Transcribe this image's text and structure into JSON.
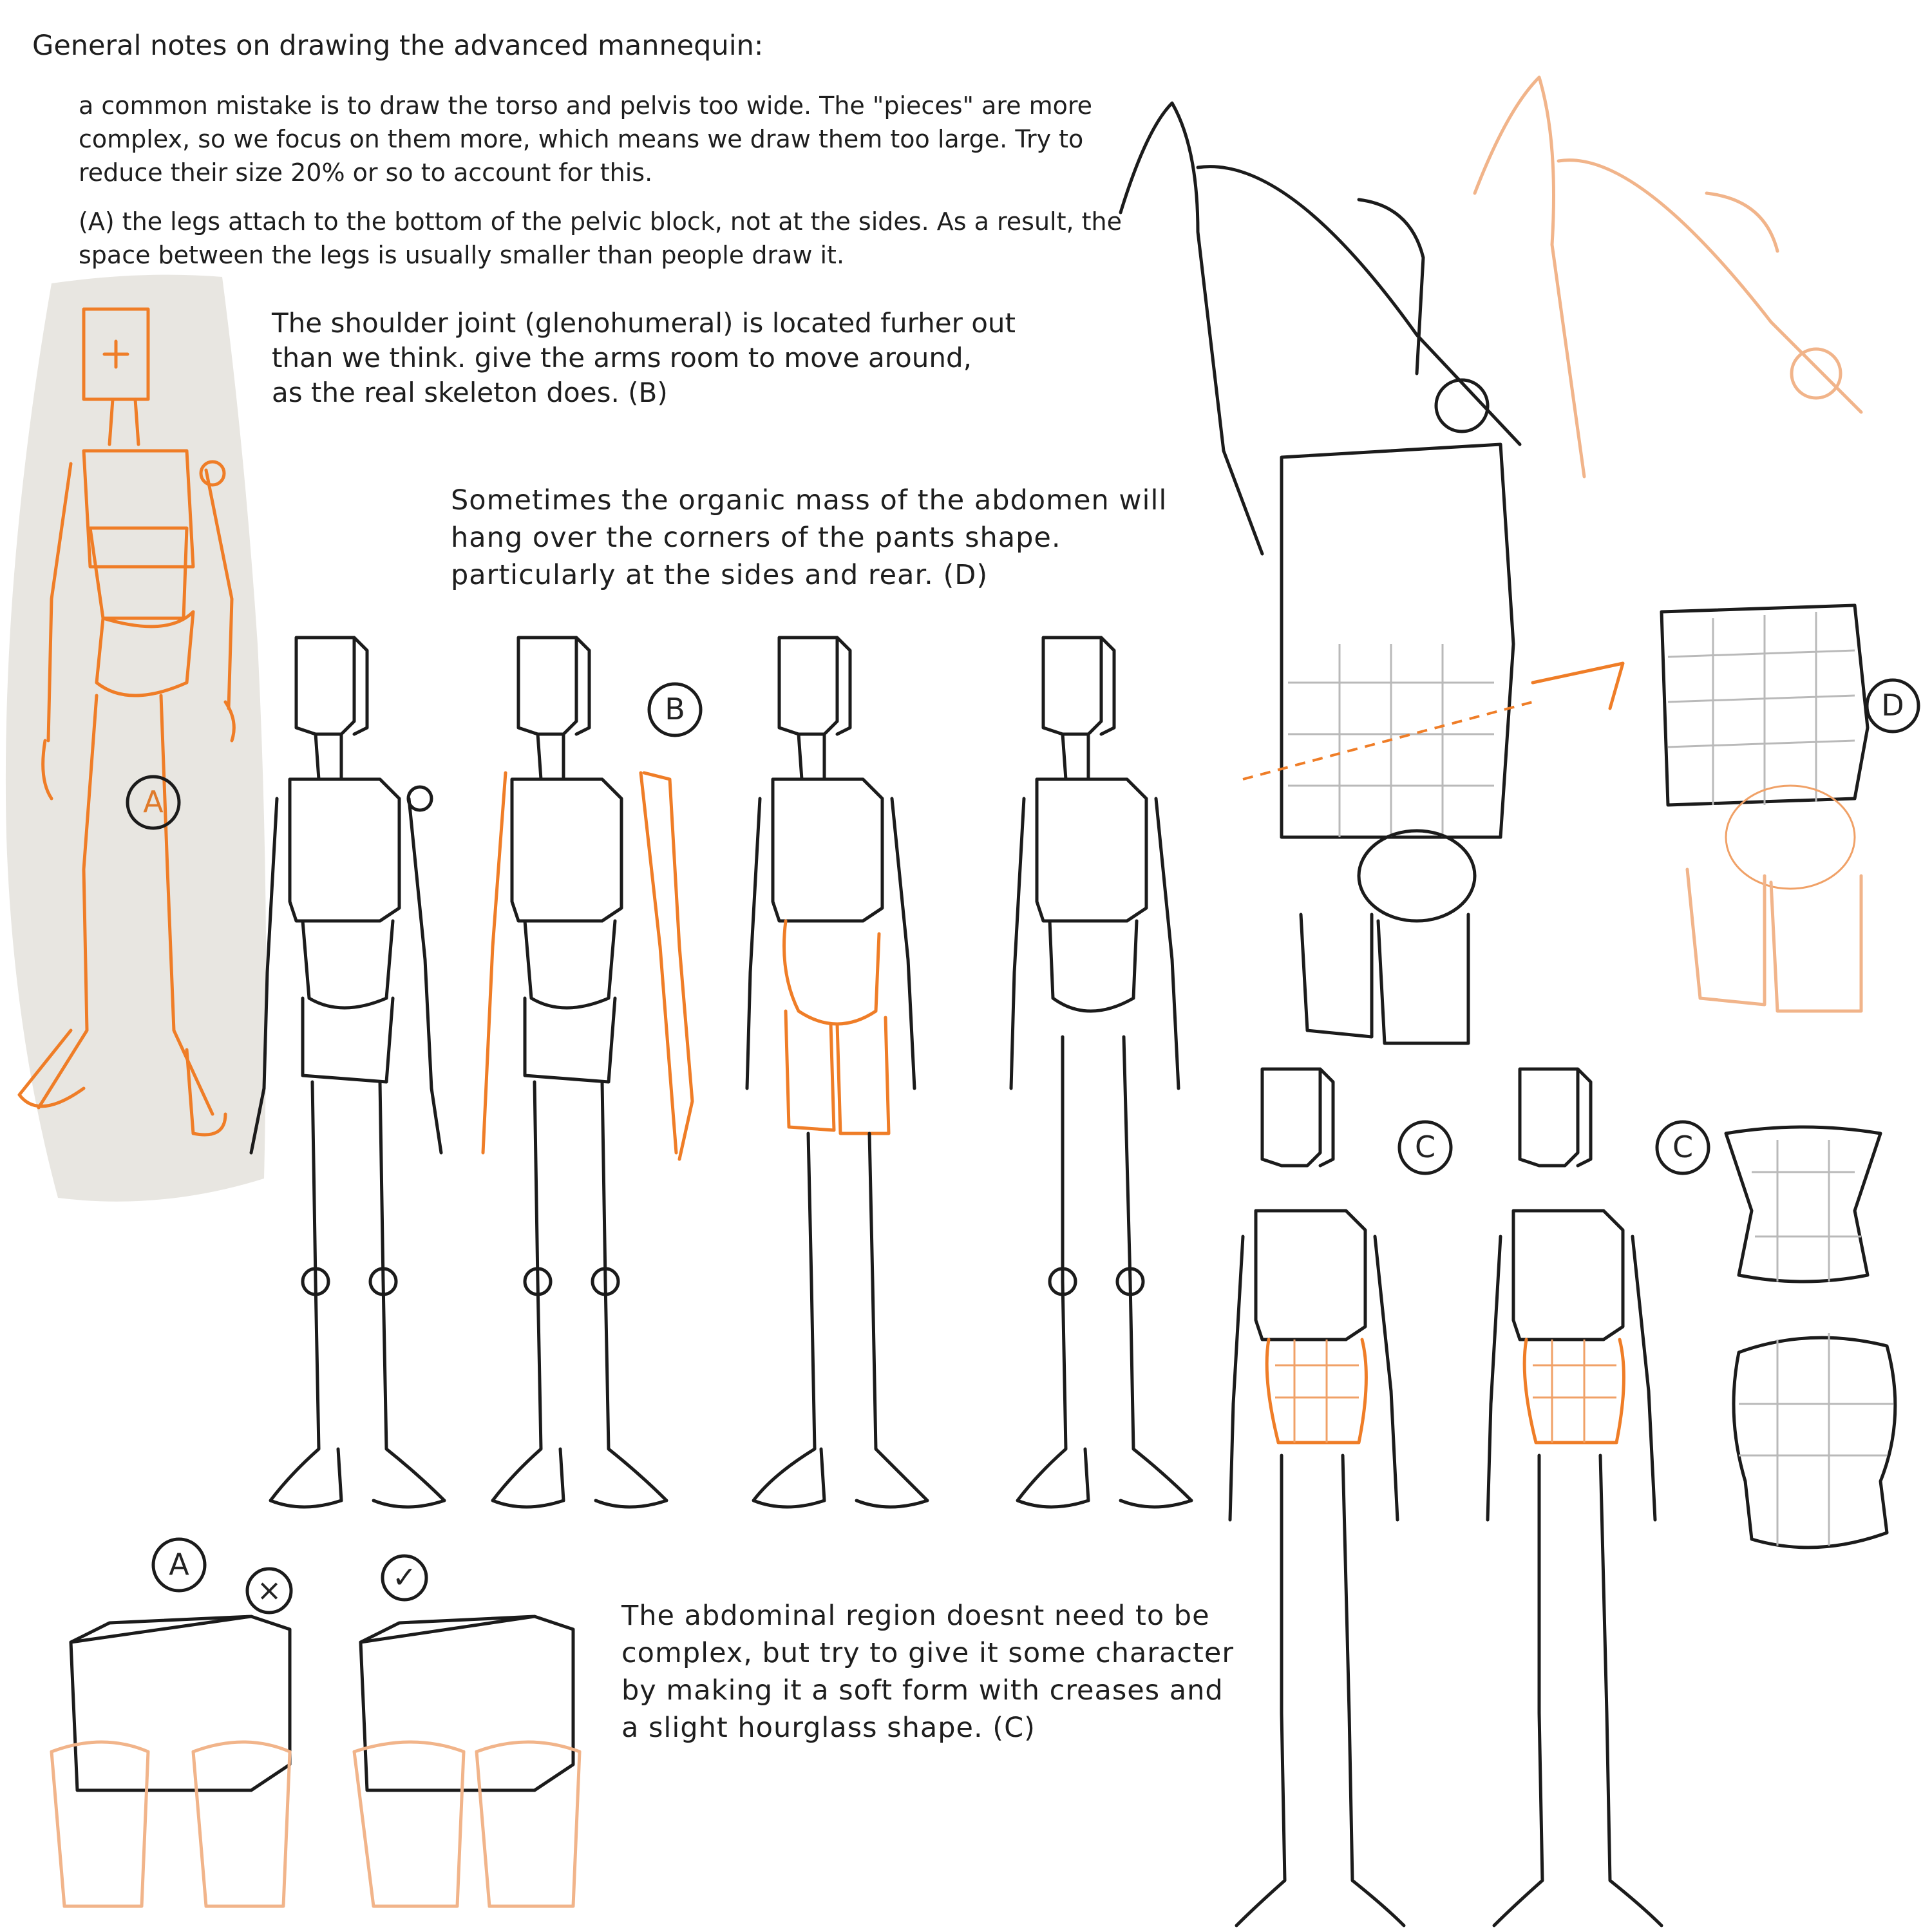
{
  "title": "General notes on drawing the advanced mannequin:",
  "notes": {
    "torso_width": "a common mistake is to draw the torso and pelvis too wide. The \"pieces\" are more\ncomplex, so we focus on them more, which means we draw them too large.  Try to\nreduce their size 20% or so to account for this.",
    "legs_attach": "(A) the legs attach to the bottom of the pelvic block, not at the sides. As a result, the\nspace between the legs is usually smaller than people draw it.",
    "shoulder_joint": "The shoulder joint (glenohumeral) is located furher out\nthan we think.  give the arms room to move around,\nas the real skeleton does. (B)",
    "abdomen_mass": "Sometimes the organic mass of the abdomen will\nhang over the corners of the pants shape.\nparticularly at the sides and rear. (D)",
    "abdominal_region": "The abdominal region doesnt need to be\ncomplex, but try to give it some character\nby making it a soft form with creases and\na slight hourglass shape. (C)"
  },
  "labels": {
    "a_left": "A",
    "b": "B",
    "c_1": "C",
    "c_2": "C",
    "c_3": "C",
    "d": "D",
    "a_bottom": "A",
    "wrong": "×",
    "right": "✓"
  },
  "colors": {
    "ink": "#1b1b1b",
    "accent_orange": "#ef7d27",
    "pale_orange": "#f1b48a",
    "panel_beige": "#e8e6e1",
    "grid_gray": "#b9b9b9"
  }
}
